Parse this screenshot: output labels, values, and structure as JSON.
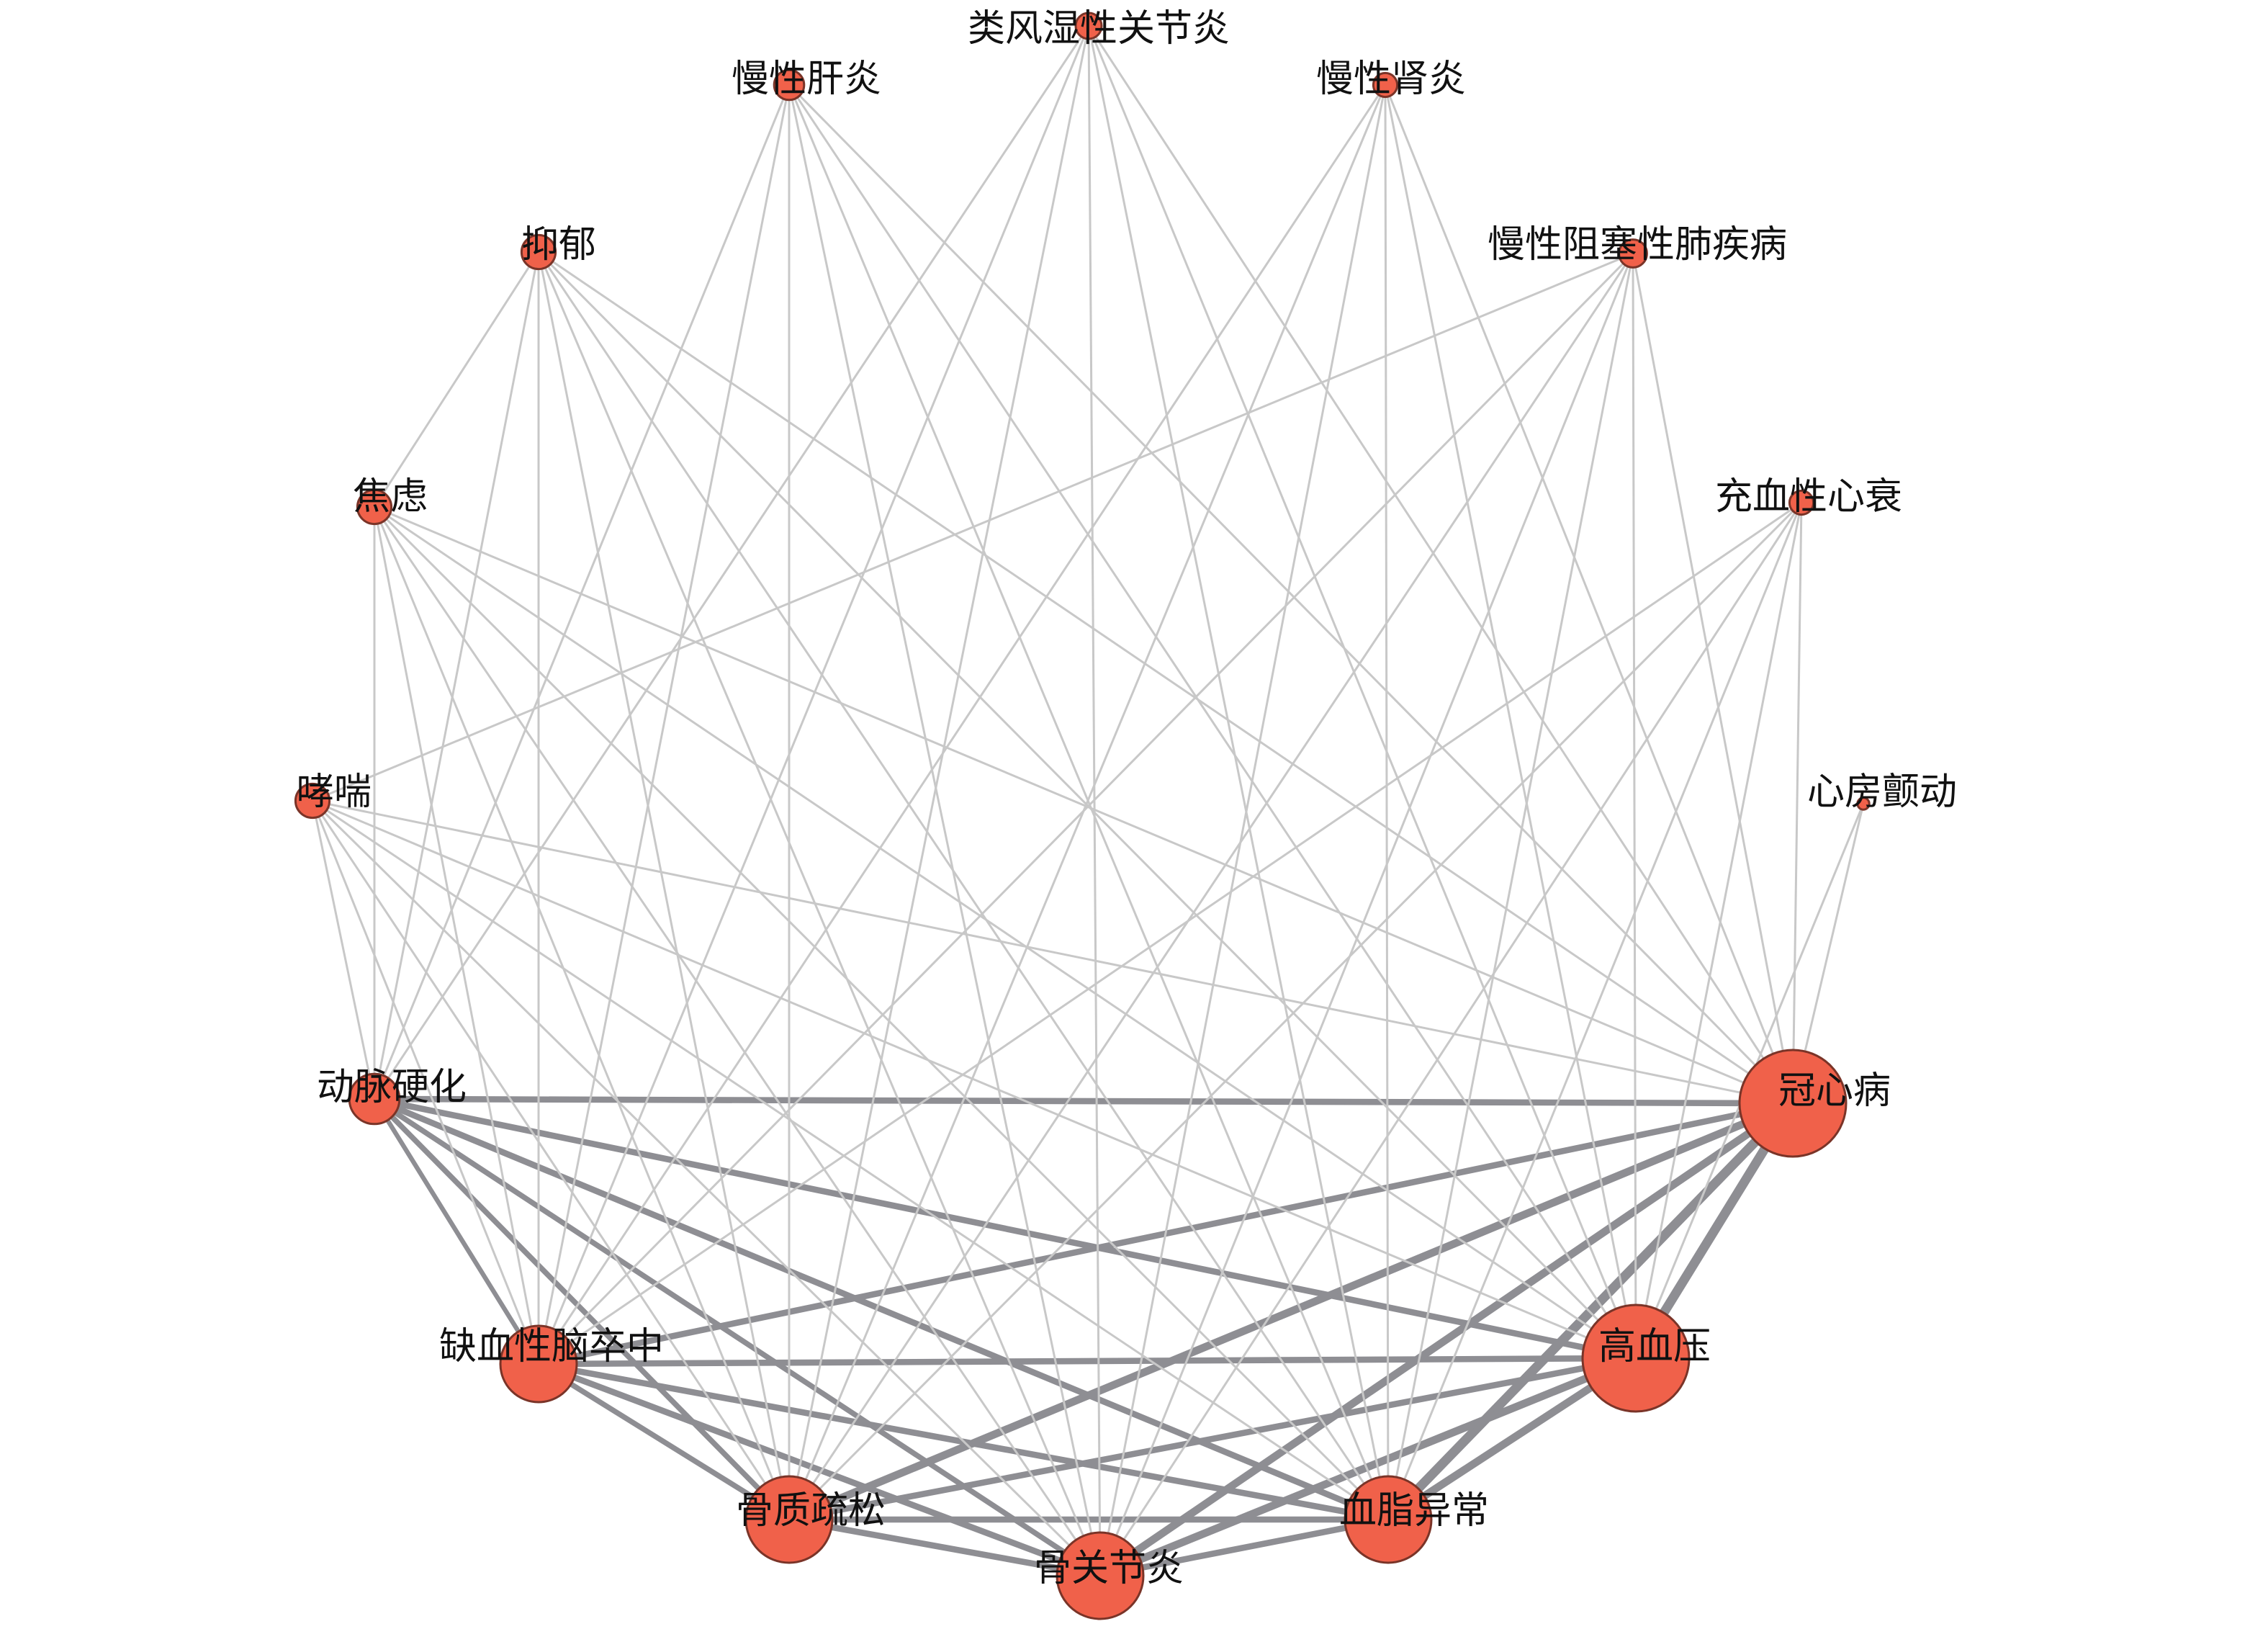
{
  "colors": {
    "node_fill": "#f0614a",
    "node_stroke": "#7a3428",
    "edge_light": "#c8c8c8",
    "edge_dark": "#8e8e93",
    "label": "#111111"
  },
  "nodes": [
    {
      "id": "guanxinbing",
      "label": "冠心病",
      "weight": 5
    },
    {
      "id": "gaoxueya",
      "label": "高血压",
      "weight": 5
    },
    {
      "id": "xuezhi",
      "label": "血脂异常",
      "weight": 4
    },
    {
      "id": "guguanjie",
      "label": "骨关节炎",
      "weight": 4
    },
    {
      "id": "guzhi",
      "label": "骨质疏松",
      "weight": 4
    },
    {
      "id": "naocuzhong",
      "label": "缺血性脑卒中",
      "weight": 3.5
    },
    {
      "id": "dongmai",
      "label": "动脉硬化",
      "weight": 2.2
    },
    {
      "id": "xiaochuan",
      "label": "哮喘",
      "weight": 1.4
    },
    {
      "id": "jiaolv",
      "label": "焦虑",
      "weight": 1.4
    },
    {
      "id": "yiyu",
      "label": "抑郁",
      "weight": 1.4
    },
    {
      "id": "ganyan",
      "label": "慢性肝炎",
      "weight": 1.2
    },
    {
      "id": "fengshi",
      "label": "类风湿性关节炎",
      "weight": 1.0
    },
    {
      "id": "shenyan",
      "label": "慢性肾炎",
      "weight": 0.9
    },
    {
      "id": "copd",
      "label": "慢性阻塞性肺疾病",
      "weight": 1.1
    },
    {
      "id": "xinshuai",
      "label": "充血性心衰",
      "weight": 0.9
    },
    {
      "id": "fangchan",
      "label": "心房颤动",
      "weight": 0.3
    }
  ],
  "edges": [
    [
      "guanxinbing",
      "gaoxueya",
      5
    ],
    [
      "guanxinbing",
      "xuezhi",
      5
    ],
    [
      "guanxinbing",
      "guguanjie",
      4
    ],
    [
      "guanxinbing",
      "guzhi",
      4
    ],
    [
      "guanxinbing",
      "naocuzhong",
      3
    ],
    [
      "guanxinbing",
      "dongmai",
      3
    ],
    [
      "gaoxueya",
      "xuezhi",
      4
    ],
    [
      "gaoxueya",
      "guguanjie",
      4
    ],
    [
      "gaoxueya",
      "guzhi",
      3
    ],
    [
      "gaoxueya",
      "naocuzhong",
      3
    ],
    [
      "gaoxueya",
      "dongmai",
      3
    ],
    [
      "xuezhi",
      "guguanjie",
      3
    ],
    [
      "xuezhi",
      "guzhi",
      3
    ],
    [
      "xuezhi",
      "naocuzhong",
      3
    ],
    [
      "xuezhi",
      "dongmai",
      3
    ],
    [
      "guguanjie",
      "guzhi",
      3
    ],
    [
      "guguanjie",
      "naocuzhong",
      3
    ],
    [
      "guguanjie",
      "dongmai",
      2.5
    ],
    [
      "guzhi",
      "naocuzhong",
      2.5
    ],
    [
      "guzhi",
      "dongmai",
      2.5
    ],
    [
      "naocuzhong",
      "dongmai",
      2
    ],
    [
      "xiaochuan",
      "guanxinbing",
      1
    ],
    [
      "xiaochuan",
      "gaoxueya",
      1
    ],
    [
      "xiaochuan",
      "xuezhi",
      1
    ],
    [
      "xiaochuan",
      "guguanjie",
      1
    ],
    [
      "xiaochuan",
      "guzhi",
      1
    ],
    [
      "xiaochuan",
      "naocuzhong",
      1
    ],
    [
      "xiaochuan",
      "dongmai",
      1
    ],
    [
      "xiaochuan",
      "copd",
      1
    ],
    [
      "jiaolv",
      "guanxinbing",
      1
    ],
    [
      "jiaolv",
      "gaoxueya",
      1
    ],
    [
      "jiaolv",
      "xuezhi",
      1
    ],
    [
      "jiaolv",
      "guguanjie",
      1
    ],
    [
      "jiaolv",
      "guzhi",
      1
    ],
    [
      "jiaolv",
      "naocuzhong",
      1
    ],
    [
      "jiaolv",
      "dongmai",
      1
    ],
    [
      "jiaolv",
      "yiyu",
      1
    ],
    [
      "yiyu",
      "guanxinbing",
      1
    ],
    [
      "yiyu",
      "gaoxueya",
      1
    ],
    [
      "yiyu",
      "xuezhi",
      1
    ],
    [
      "yiyu",
      "guguanjie",
      1
    ],
    [
      "yiyu",
      "guzhi",
      1
    ],
    [
      "yiyu",
      "naocuzhong",
      1
    ],
    [
      "yiyu",
      "dongmai",
      1
    ],
    [
      "ganyan",
      "guanxinbing",
      1
    ],
    [
      "ganyan",
      "gaoxueya",
      1
    ],
    [
      "ganyan",
      "xuezhi",
      1
    ],
    [
      "ganyan",
      "guguanjie",
      1
    ],
    [
      "ganyan",
      "guzhi",
      1
    ],
    [
      "ganyan",
      "naocuzhong",
      1
    ],
    [
      "ganyan",
      "dongmai",
      1
    ],
    [
      "fengshi",
      "guanxinbing",
      1
    ],
    [
      "fengshi",
      "gaoxueya",
      1
    ],
    [
      "fengshi",
      "xuezhi",
      1
    ],
    [
      "fengshi",
      "guguanjie",
      1
    ],
    [
      "fengshi",
      "guzhi",
      1
    ],
    [
      "fengshi",
      "naocuzhong",
      1
    ],
    [
      "fengshi",
      "dongmai",
      1
    ],
    [
      "shenyan",
      "guanxinbing",
      1
    ],
    [
      "shenyan",
      "gaoxueya",
      1
    ],
    [
      "shenyan",
      "xuezhi",
      1
    ],
    [
      "shenyan",
      "guguanjie",
      1
    ],
    [
      "shenyan",
      "guzhi",
      1
    ],
    [
      "shenyan",
      "naocuzhong",
      1
    ],
    [
      "copd",
      "guanxinbing",
      1
    ],
    [
      "copd",
      "gaoxueya",
      1
    ],
    [
      "copd",
      "xuezhi",
      1
    ],
    [
      "copd",
      "guguanjie",
      1
    ],
    [
      "copd",
      "guzhi",
      1
    ],
    [
      "copd",
      "naocuzhong",
      1
    ],
    [
      "xinshuai",
      "guanxinbing",
      1
    ],
    [
      "xinshuai",
      "gaoxueya",
      1
    ],
    [
      "xinshuai",
      "xuezhi",
      1
    ],
    [
      "xinshuai",
      "guguanjie",
      1
    ],
    [
      "xinshuai",
      "guzhi",
      1
    ],
    [
      "xinshuai",
      "naocuzhong",
      1
    ],
    [
      "fangchan",
      "guanxinbing",
      1
    ],
    [
      "fangchan",
      "gaoxueya",
      1
    ]
  ]
}
